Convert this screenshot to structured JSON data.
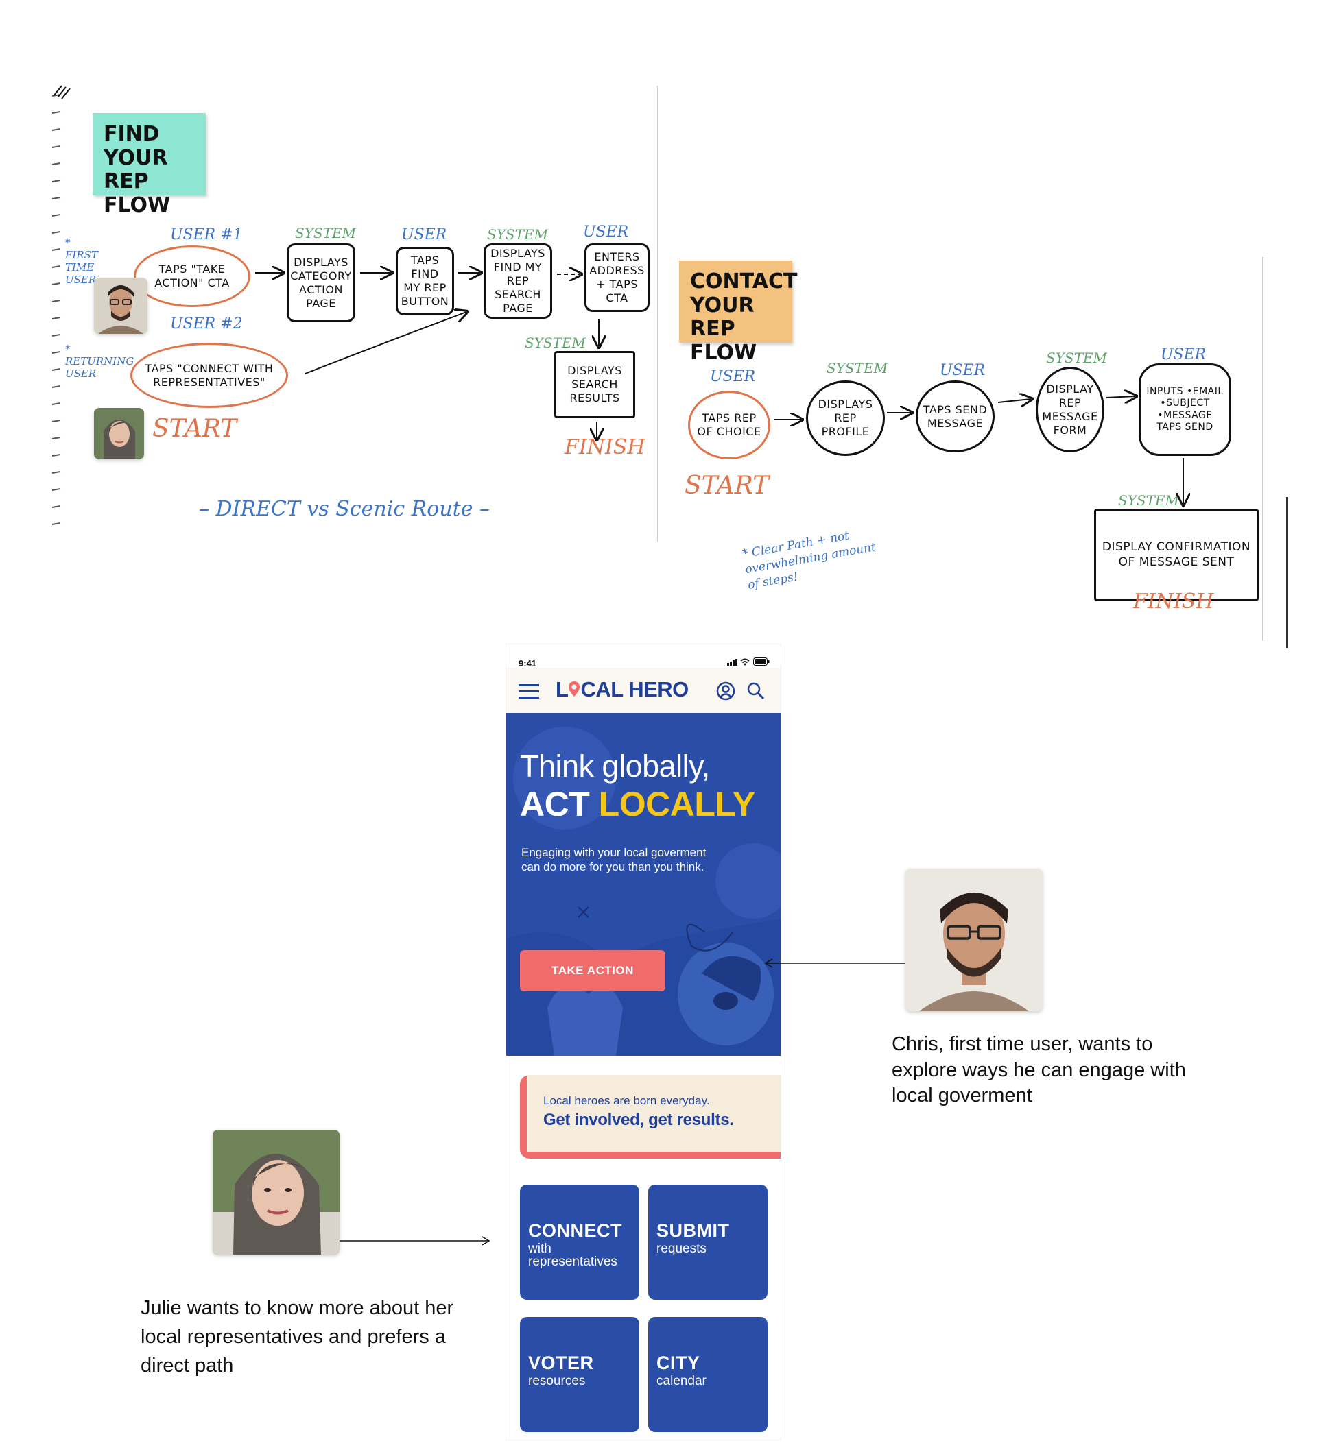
{
  "left_sketch": {
    "sticky_title": "FIND YOUR REP FLOW",
    "user1_note": "* FIRST TIME USER",
    "user2_note": "* RETURNING USER",
    "user1_label": "USER #1",
    "user2_label": "USER #2",
    "node_user1": "TAPS \"TAKE ACTION\" CTA",
    "node_user2": "TAPS \"CONNECT WITH REPRESENTATIVES\"",
    "sys1_label": "SYSTEM",
    "node_sys1": "DISPLAYS CATEGORY ACTION PAGE",
    "user3_label": "USER",
    "node_user3": "TAPS FIND MY REP BUTTON",
    "sys2_label": "SYSTEM",
    "node_sys2": "DISPLAYS FIND MY REP SEARCH PAGE",
    "user4_label": "USER",
    "node_user4": "ENTERS ADDRESS + TAPS CTA",
    "sys3_label": "SYSTEM",
    "node_sys3": "DISPLAYS SEARCH RESULTS",
    "start": "START",
    "finish": "FINISH",
    "footer_note": "– DIRECT vs Scenic Route –"
  },
  "right_sketch": {
    "sticky_title": "CONTACT YOUR REP FLOW",
    "user1_label": "USER",
    "node1": "TAPS REP OF CHOICE",
    "sys1_label": "SYSTEM",
    "node2": "DISPLAYS REP PROFILE",
    "user2_label": "USER",
    "node3": "TAPS SEND MESSAGE",
    "sys2_label": "SYSTEM",
    "node4": "DISPLAY REP MESSAGE FORM",
    "user3_label": "USER",
    "node5": "INPUTS •EMAIL •SUBJECT •MESSAGE TAPS SEND",
    "sys3_label": "SYSTEM",
    "node6": "DISPLAY CONFIRMATION OF MESSAGE SENT",
    "start": "START",
    "finish": "FINISH",
    "note": "* Clear Path + not overwhelming amount of steps!"
  },
  "phone": {
    "time": "9:41",
    "brand_part1": "L",
    "brand_part2": "CAL HERO",
    "hero_line1": "Think globally,",
    "hero_act": "ACT",
    "hero_locally": "LOCALLY",
    "hero_body": "Engaging with your local goverment can do more for you than you think.",
    "cta": "TAKE ACTION",
    "promo_small": "Local heroes are born everyday.",
    "promo_big": "Get involved, get results.",
    "tiles": [
      {
        "title": "CONNECT",
        "sub": "with representatives"
      },
      {
        "title": "SUBMIT",
        "sub": "requests"
      },
      {
        "title": "VOTER",
        "sub": "resources"
      },
      {
        "title": "CITY",
        "sub": "calendar"
      }
    ],
    "icons": [
      "menu-icon",
      "user-icon",
      "search-icon",
      "signal-icon",
      "wifi-icon",
      "battery-icon"
    ]
  },
  "captions": {
    "chris": "Chris, first time user, wants to explore ways he can engage with local goverment",
    "julie": "Julie wants to know more about her local representatives and prefers a direct path"
  },
  "colors": {
    "brand_blue": "#1f3f9a",
    "hero_blue": "#2a4ea8",
    "accent_yellow": "#f5c518",
    "cta_coral": "#f06b6b",
    "sketch_orange": "#e0744a",
    "sketch_blue": "#3b73c8",
    "sketch_green": "#5fa36b",
    "sticky_teal": "#8de6d2",
    "sticky_orange": "#f4c27f"
  }
}
